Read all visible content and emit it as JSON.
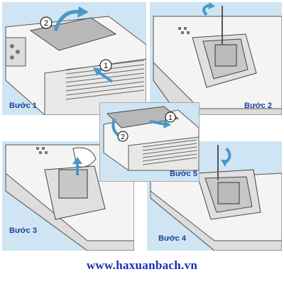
{
  "steps": {
    "s1": {
      "label": "Bước 1",
      "markers": [
        "1",
        "2"
      ]
    },
    "s2": {
      "label": "Bước 2"
    },
    "s3": {
      "label": "Bước 3"
    },
    "s4": {
      "label": "Bước 4"
    },
    "s5": {
      "label": "Bước 5",
      "markers": [
        "1",
        "2"
      ]
    }
  },
  "footer": {
    "url": "www.haxuanbach.vn"
  },
  "colors": {
    "panel_bg": "#cfe5f3",
    "label": "#16449a",
    "footer": "#1a2db8",
    "arrow": "#4a97c9"
  }
}
